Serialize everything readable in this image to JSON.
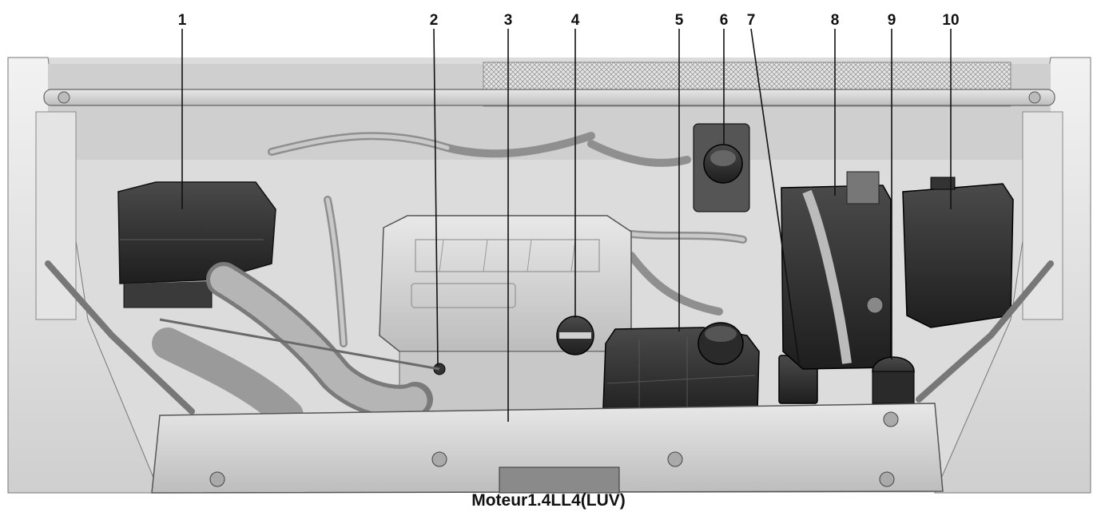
{
  "callouts": [
    {
      "label": "1"
    },
    {
      "label": "2"
    },
    {
      "label": "3"
    },
    {
      "label": "4"
    },
    {
      "label": "5"
    },
    {
      "label": "6"
    },
    {
      "label": "7"
    },
    {
      "label": "8"
    },
    {
      "label": "9"
    },
    {
      "label": "10"
    }
  ],
  "caption": "Moteur1.4LL4(LUV)"
}
